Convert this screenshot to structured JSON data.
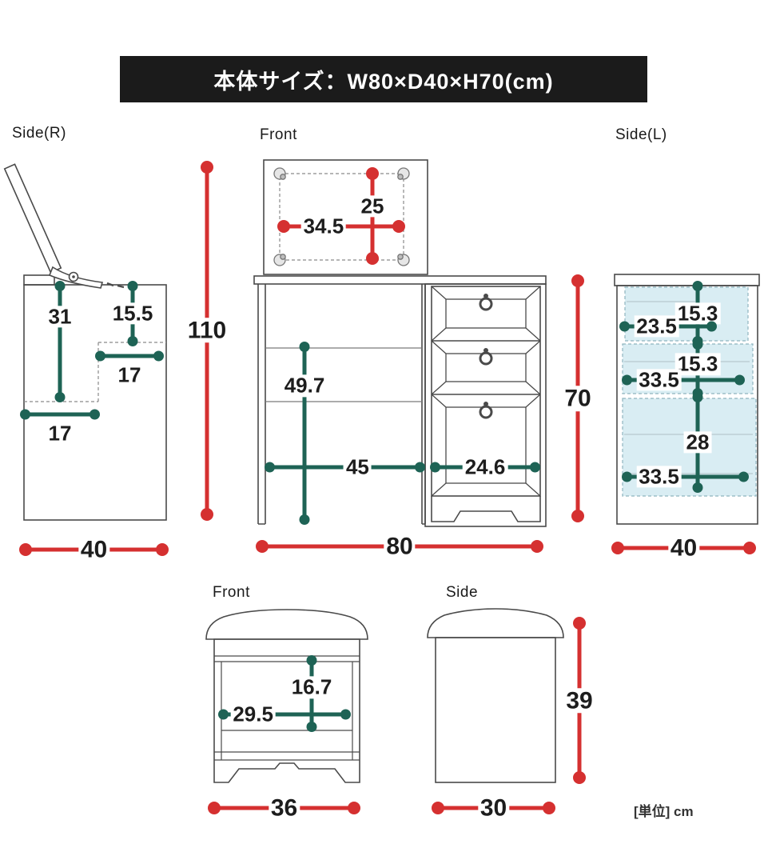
{
  "header": {
    "title": "本体サイズ：W80×D40×H70(cm)"
  },
  "unit_note": "[単位] cm",
  "colors": {
    "dimension_red": "#d53030",
    "dimension_teal": "#1e6355",
    "outline_gray": "#4a4a4a",
    "drawer_highlight_blue": "#d9edf3",
    "header_bg": "#1b1b1b",
    "header_fg": "#ffffff"
  },
  "views": {
    "side_r": {
      "label": "Side(R)",
      "dims": {
        "total_height_open": "110",
        "depth": "40",
        "upper_inner_height": "31",
        "niche_height": "15.5",
        "niche_depth": "17",
        "shelf_depth": "17"
      }
    },
    "front": {
      "label": "Front",
      "dims": {
        "mirror_width": "34.5",
        "mirror_height": "25",
        "knee_height": "49.7",
        "knee_width": "45",
        "drawer_width": "24.6",
        "width": "80",
        "height": "70"
      }
    },
    "side_l": {
      "label": "Side(L)",
      "dims": {
        "drawer1_height": "15.3",
        "drawer1_depth": "23.5",
        "drawer2_height": "15.3",
        "drawer2_depth": "33.5",
        "drawer3_height": "28",
        "drawer3_depth": "33.5",
        "depth": "40"
      }
    },
    "stool_front": {
      "label": "Front",
      "dims": {
        "inner_height": "16.7",
        "inner_width": "29.5",
        "width": "36"
      }
    },
    "stool_side": {
      "label": "Side",
      "dims": {
        "height": "39",
        "depth": "30"
      }
    }
  }
}
